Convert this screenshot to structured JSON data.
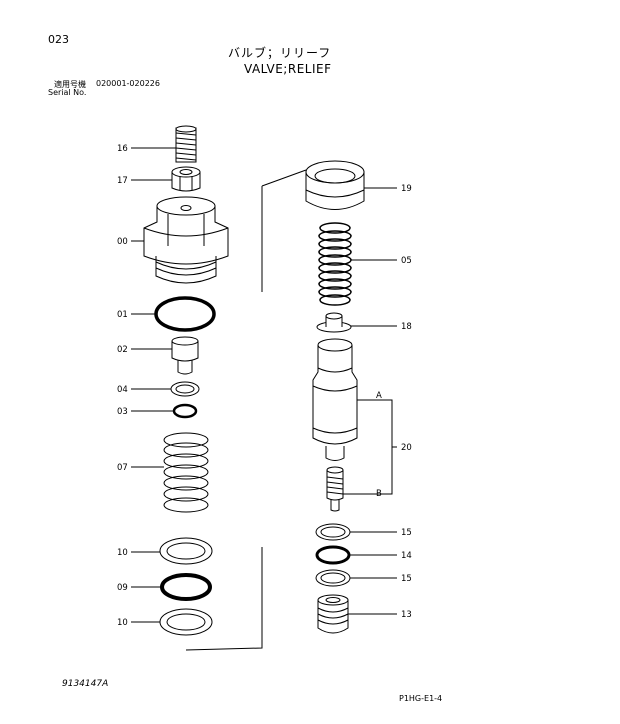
{
  "header": {
    "page_number": "023",
    "title_jp": "バルブ；リリーフ",
    "title_en": "VALVE;RELIEF",
    "serial_label_jp": "適用号機",
    "serial_range": "020001-020226",
    "serial_label_en": "Serial No."
  },
  "callouts": {
    "c16": "16",
    "c17": "17",
    "c00": "00",
    "c01": "01",
    "c02": "02",
    "c04": "04",
    "c03": "03",
    "c07": "07",
    "c10a": "10",
    "c09": "09",
    "c10b": "10",
    "c19": "19",
    "c05": "05",
    "c18": "18",
    "cA": "A",
    "c20": "20",
    "cB": "B",
    "c15a": "15",
    "c14": "14",
    "c15b": "15",
    "c13": "13"
  },
  "footer": {
    "drawing_number": "9134147A",
    "page_code": "P1HG-E1-4"
  }
}
